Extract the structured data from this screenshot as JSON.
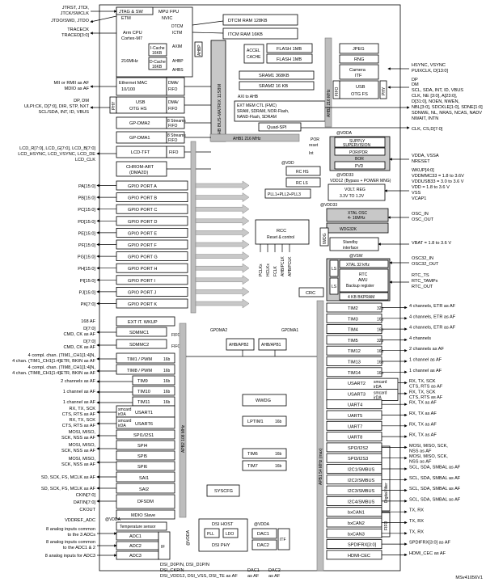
{
  "core": {
    "jtag_sw": "JTAG & SW",
    "etm": "ETM",
    "mpu_fpu": "MPU FPU",
    "nvic": "NVIC",
    "cpu_line1": "Arm CPU",
    "cpu_line2": "Cortex-M7",
    "freq": "216MHz",
    "icache": "I-Cache",
    "icache_size": "16KB",
    "dcache": "D-Cache",
    "dcache_size": "16KB",
    "dtcm": "DTCM",
    "ictm": "ICTM",
    "axim": "AXIM",
    "ahbp": "AHBP",
    "ahbs": "AHBS",
    "ahbp_vert": "AHBP",
    "dtcm_ram": "DTCM RAM 128KB",
    "itcm_ram": "ITCM RAM 16KB",
    "accel": "ACCEL",
    "cache": "CACHE",
    "flash1": "FLASH 1MB",
    "flash2": "FLASH 1MB",
    "bus_matrix": "AHB BUS-MATRIX 11S8M",
    "sram1": "SRAM1 368KB",
    "sram2": "SRAM2 16 KB",
    "axi_ahb": "AXI to AHB",
    "fmc": "EXT MEM CTL (FMC)",
    "fmc_2": "SRAM, SDRAM, NOR-Flash,",
    "fmc_3": "NAND-Flash, SDRAM",
    "quadspi": "Quad-SPI",
    "ahb1": "AHB1 216 MHz",
    "ahb2": "AHB2 216 MHz",
    "jpeg": "JPEG",
    "rng": "RNG",
    "camera": "Camera",
    "camera_itf": "ITF",
    "usb_right": "USB",
    "usb_otgfs": "OTG FS",
    "phy": "PHY",
    "fifo": "FIFO"
  },
  "left_pins": {
    "jtrst": "JTRST, JTDI,",
    "jtck": "JTCK/SWCLK",
    "jtdo": "JTDO/SWD, JTDO",
    "tracecl": "TRACECK",
    "traced": "TRACED[3:0]",
    "mii": "MII or RMII as AF",
    "mdio": "MDIO as AF",
    "dp_dm": "DP, DM",
    "ulpi": "ULPI:CK, D[7:0], DIR, STP, NXT",
    "scl_sda": "SCL/SDA, INT, ID, VBUS",
    "lcd1": "LCD_R[7:0], LCD_G[7:0], LCD_B[7:0]",
    "lcd2": "LCD_HSYNC, LCD_VSYNC, LCD_DE",
    "lcd3": "LCD_CLK",
    "pa": "PA[15:0]",
    "pb": "PB[15:0]",
    "pc": "PC[15:0]",
    "pd": "PD[15:0]",
    "pe": "PE[15:0]",
    "pf": "PF[15:0]",
    "pg": "PG[15:0]",
    "ph": "PH[15:0]",
    "pi": "PI[15:0]",
    "pj": "PJ[15:0]",
    "pk": "PK[7:0]",
    "af168": "168 AF",
    "d70": "D[7:0]",
    "cmd1": "CMD, CK as AF",
    "d70b": "D[7:0]",
    "cmd2": "CMD, CK as AF",
    "compl1": "4 compl. chan. (TIM1_CH1[1:4]N,",
    "compl1b": "4 chan. (TIM1_CH1[1:4]ETR, BKIN as AF",
    "compl2": "4 compl. chan. (TIM8_CH1[1:4]N,",
    "compl2b": "4 chan. (TIM8_CH1[1:4]ETR, BKIN as AF",
    "ch2af": "2 channels as AF",
    "ch1af_a": "1 channel  as AF",
    "ch1af_b": "1 channel  as AF",
    "usart_rx1": "RX, TX, SCK",
    "usart_cts1": "CTS, RTS as AF",
    "usart_rx2": "RX, TX, SCK",
    "usart_cts2": "CTS, RTS as AF",
    "spi_mosi1": "MOSI, MISO,",
    "spi_sck1": "SCK, NSS as AF",
    "spi_mosi2": "MOSI, MISO,",
    "spi_sck2": "SCK, NSS as AF",
    "spi_mosi3": "MOSI, MISO,",
    "spi_sck3": "SCK, NSS as AF",
    "sai1": "SD, SCK, FS, MCLK as AF",
    "sai2": "SD, SCK, FS, MCLK as AF",
    "ckin": "CKIN[7:0]",
    "dtin": "DATIN[7:0]",
    "ckout": "CKOUT",
    "vddref": "VDDREF_ADC",
    "adc1": "8 analog inputs common",
    "adc1b": "to the 3 ADCs",
    "adc2": "8 analog inputs common",
    "adc2b": "to the ADC1 & 2",
    "adc3": "8 analog inputs for ADC3"
  },
  "left_blocks": {
    "eth": "Ethernet MAC",
    "eth2": "10/100",
    "dma_fifo": "DMA/",
    "fifo": "FIFO",
    "usb_hs": "USB",
    "usb_hs2": "OTG HS",
    "gpdma2": "GP-DMA2",
    "gpdma1": "GP-DMA1",
    "streams": "8 Streams",
    "lcd_tft": "LCD-TFT",
    "chrom": "CHROM-ART",
    "dma2d": "(DMA2D)",
    "gpio": [
      "GPIO PORT A",
      "GPIO PORT B",
      "GPIO PORT C",
      "GPIO PORT D",
      "GPIO PORT E",
      "GPIO PORT F",
      "GPIO PORT G",
      "GPIO PORT H",
      "GPIO PORT I",
      "GPIO PORT J",
      "GPIO PORT K"
    ],
    "ext_it": "EXT IT. WKUP",
    "sdmmc1": "SDMMC1",
    "sdmmc2": "SDMMC2",
    "tim1": "TIM1 / PWM",
    "tim8": "TIM8 / PWM",
    "tim9": "TIM9",
    "tim10": "TIM10",
    "tim11": "TIM11",
    "b16": "16b",
    "smcard": "smcard",
    "irda": "irDA",
    "usart1": "USART1",
    "usart6": "USART6",
    "spi1": "SPI1/I2S1",
    "spi4": "SPI4",
    "spi5": "SPI5",
    "spi6": "SPI6",
    "sai1": "SAI1",
    "sai2": "SAI2",
    "dfsdm": "DFSDM",
    "mdio": "MDIO Slave",
    "apb2": "APB2 108 MHz",
    "temp": "Temperature sensor",
    "adc1": "ADC1",
    "adc2": "ADC2",
    "adc3": "ADC3",
    "if": "IF",
    "vdda": "@VDDA",
    "sysclk": "SYSCFG",
    "dsi_host": "DSI HOST",
    "dsi_pll": "PLL",
    "dsi_ldo": "LDO",
    "dsi_phy": "DSI PHY",
    "dac1": "DAC1",
    "dac2": "DAC2",
    "dac_itf": "ITF",
    "gpdma2_l": "GPDMA2",
    "gpdma1_l": "GPDMA1",
    "ahb_apb2": "AHB/APB2",
    "ahb_apb1": "AHB/APB1",
    "rcc": "RCC",
    "rcc2": "Reset & control",
    "crc": "CRC",
    "wwdg": "WWDG",
    "lptim1": "LPTIM1",
    "tim6": "TIM6",
    "tim7": "TIM7",
    "rc_hs": "RC HS",
    "rc_ls": "RC LS",
    "pll": "PLL1+PLL2+PLL3",
    "vdd": "@VDD",
    "vdd33": "@VDD33",
    "vsw": "@VSW",
    "pclk": [
      "PCLKx",
      "HCLKx",
      "FCLK",
      "AHB/PCLK",
      "APB/PCLK"
    ]
  },
  "bottom": {
    "dsi1": "DSI_D0P/N, DSI_D1P/N",
    "dsi2": "DSI_CKP/N",
    "dsi3": "DSI_VDD12, DSI_VSS, DSI_TE as AF",
    "dac1": "DAC1",
    "dac1b": "as AF",
    "dac2": "DAC2",
    "dac2b": "as AF",
    "code": "MSv41056V1"
  },
  "right_blocks": {
    "supply": "SUPPLY",
    "supply2": "SUPERVISION",
    "por_pdr": "POR/PDR",
    "bor": "BOR",
    "pvd": "PVD",
    "por": "POR",
    "reset": "reset",
    "int": "Int",
    "vddusb": "VDD12",
    "bypass": "(Bypass + POWER MNG)",
    "volt": "VOLT. REG",
    "volt2": "3.3V TO 1.2V",
    "xtal": "XTAL OSC",
    "xtal2": "4- 16MHz",
    "wdg32": "WDG32K",
    "standby": "Standby",
    "standby2": "interface",
    "iwdg": "IWDG",
    "ls": "LS",
    "xtal32": "XTAL 32 kHz",
    "rtc": "RTC",
    "awu": "AWU",
    "backup": "Backup register",
    "bkpram": "4 KB BKPRAM",
    "apb1": "APB1 54 MHz (max)",
    "dig_filter": "Digital filter",
    "tims": [
      {
        "n": "TIM2",
        "b": "32b"
      },
      {
        "n": "TIM3",
        "b": "16b"
      },
      {
        "n": "TIM4",
        "b": "16b"
      },
      {
        "n": "TIM5",
        "b": "32b"
      },
      {
        "n": "TIM12",
        "b": "16b"
      },
      {
        "n": "TIM13",
        "b": "16b"
      },
      {
        "n": "TIM14",
        "b": "16b"
      }
    ],
    "uarts": [
      "USART2",
      "USART3",
      "UART4",
      "UART5",
      "UART7",
      "UART8"
    ],
    "spis": [
      "SPI2/I2S2",
      "SPI3/I2S3"
    ],
    "i2cs": [
      "I2C1/SMBUS",
      "I2C2/SMBUS",
      "I2C3/SMBUS",
      "I2C4/SMBUS"
    ],
    "cans": [
      "bxCAN1",
      "bxCAN2",
      "bxCAN3"
    ],
    "spdif": "SPDIFRX[3:0]",
    "hdmi": "HDMI-CEC",
    "fifo": "FIFO"
  },
  "right_pins": {
    "hsync": "HSYNC, VSYNC",
    "pixclk": "PUIXCLK, D[13:0]",
    "dp": "DP",
    "dm": "DM",
    "scl": "SCL, SDA, INT, ID, VBUS",
    "clk": "CLK, NE [3:0], A[23:0],",
    "d31": "D[31:0], NOEN, NWEN,",
    "nbl": "NBL[3:0], SDCKLE[1:0], SDNE[1:0]",
    "sdnwe": "SDNWE, NL, NRAS, NCAS, NADV",
    "nwait": "NWAIT, INTN",
    "clkcs": "CLK, CS,D[7:0]",
    "vdda": "VDDA, VSSA",
    "nreset": "NRESET",
    "wkup": "WKUP[4:0]",
    "vddmmc": "VDDMMC33 = 1.8 to 3.6V",
    "vddusb": "VDDUSB33 = 3.0 to 3.6 V",
    "vdd": "VDD = 1.8 to 3.6 V",
    "vss": "VSS",
    "vcap": "VCAP1",
    "osc_in": "OSC_IN",
    "osc_out": "OSC_OUT",
    "vbat": "VBAT = 1.8 to 3.6 V",
    "osc32in": "OSC32_IN",
    "osc32out": "OSC32_OUT",
    "rtc_ts": "RTC_TS",
    "rtc_tamp": "RTC_TAMPx",
    "rtc_out": "RTC_OUT",
    "tim2": "4 channels, ETR as AF",
    "tim3": "4 channels, ETR as AF",
    "tim4": "4 channels, ETR as AF",
    "tim5": "4 channels",
    "tim12": "2 channels as AF",
    "tim13": "1 channel as AF",
    "tim14": "1 channel as AF",
    "rx1": "RX, TX, SCK",
    "cts1": "CTS, RTS as AF",
    "rx2": "RX, TX, SCK",
    "cts2": "CTS, RTS as AF",
    "rx3": "RX, TX as AF",
    "rx4": "RX, TX as AF",
    "rx5": "RX, TX as AF",
    "rx6": "RX, TX as AF",
    "mosi1": "MOSI, MISO, SCK,",
    "nss1": "NSS as AF",
    "mosi2": "MOSI, MISO, SCK,",
    "nss2": "NSS as AF",
    "scl1": "SCL, SDA, SMBAL as AF",
    "scl2": "SCL, SDA, SMBAL as AF",
    "scl3": "SCL, SDA, SMBAL as AF",
    "scl4": "SCL, SDA, SMBAL as AF",
    "txrx1": "TX, RX",
    "txrx2": "TX, RX",
    "txrx3": "TX, RX",
    "spdif": "SPDIFRX[3:0] as AF",
    "hdmi": "HDMI_CEC as AF"
  }
}
